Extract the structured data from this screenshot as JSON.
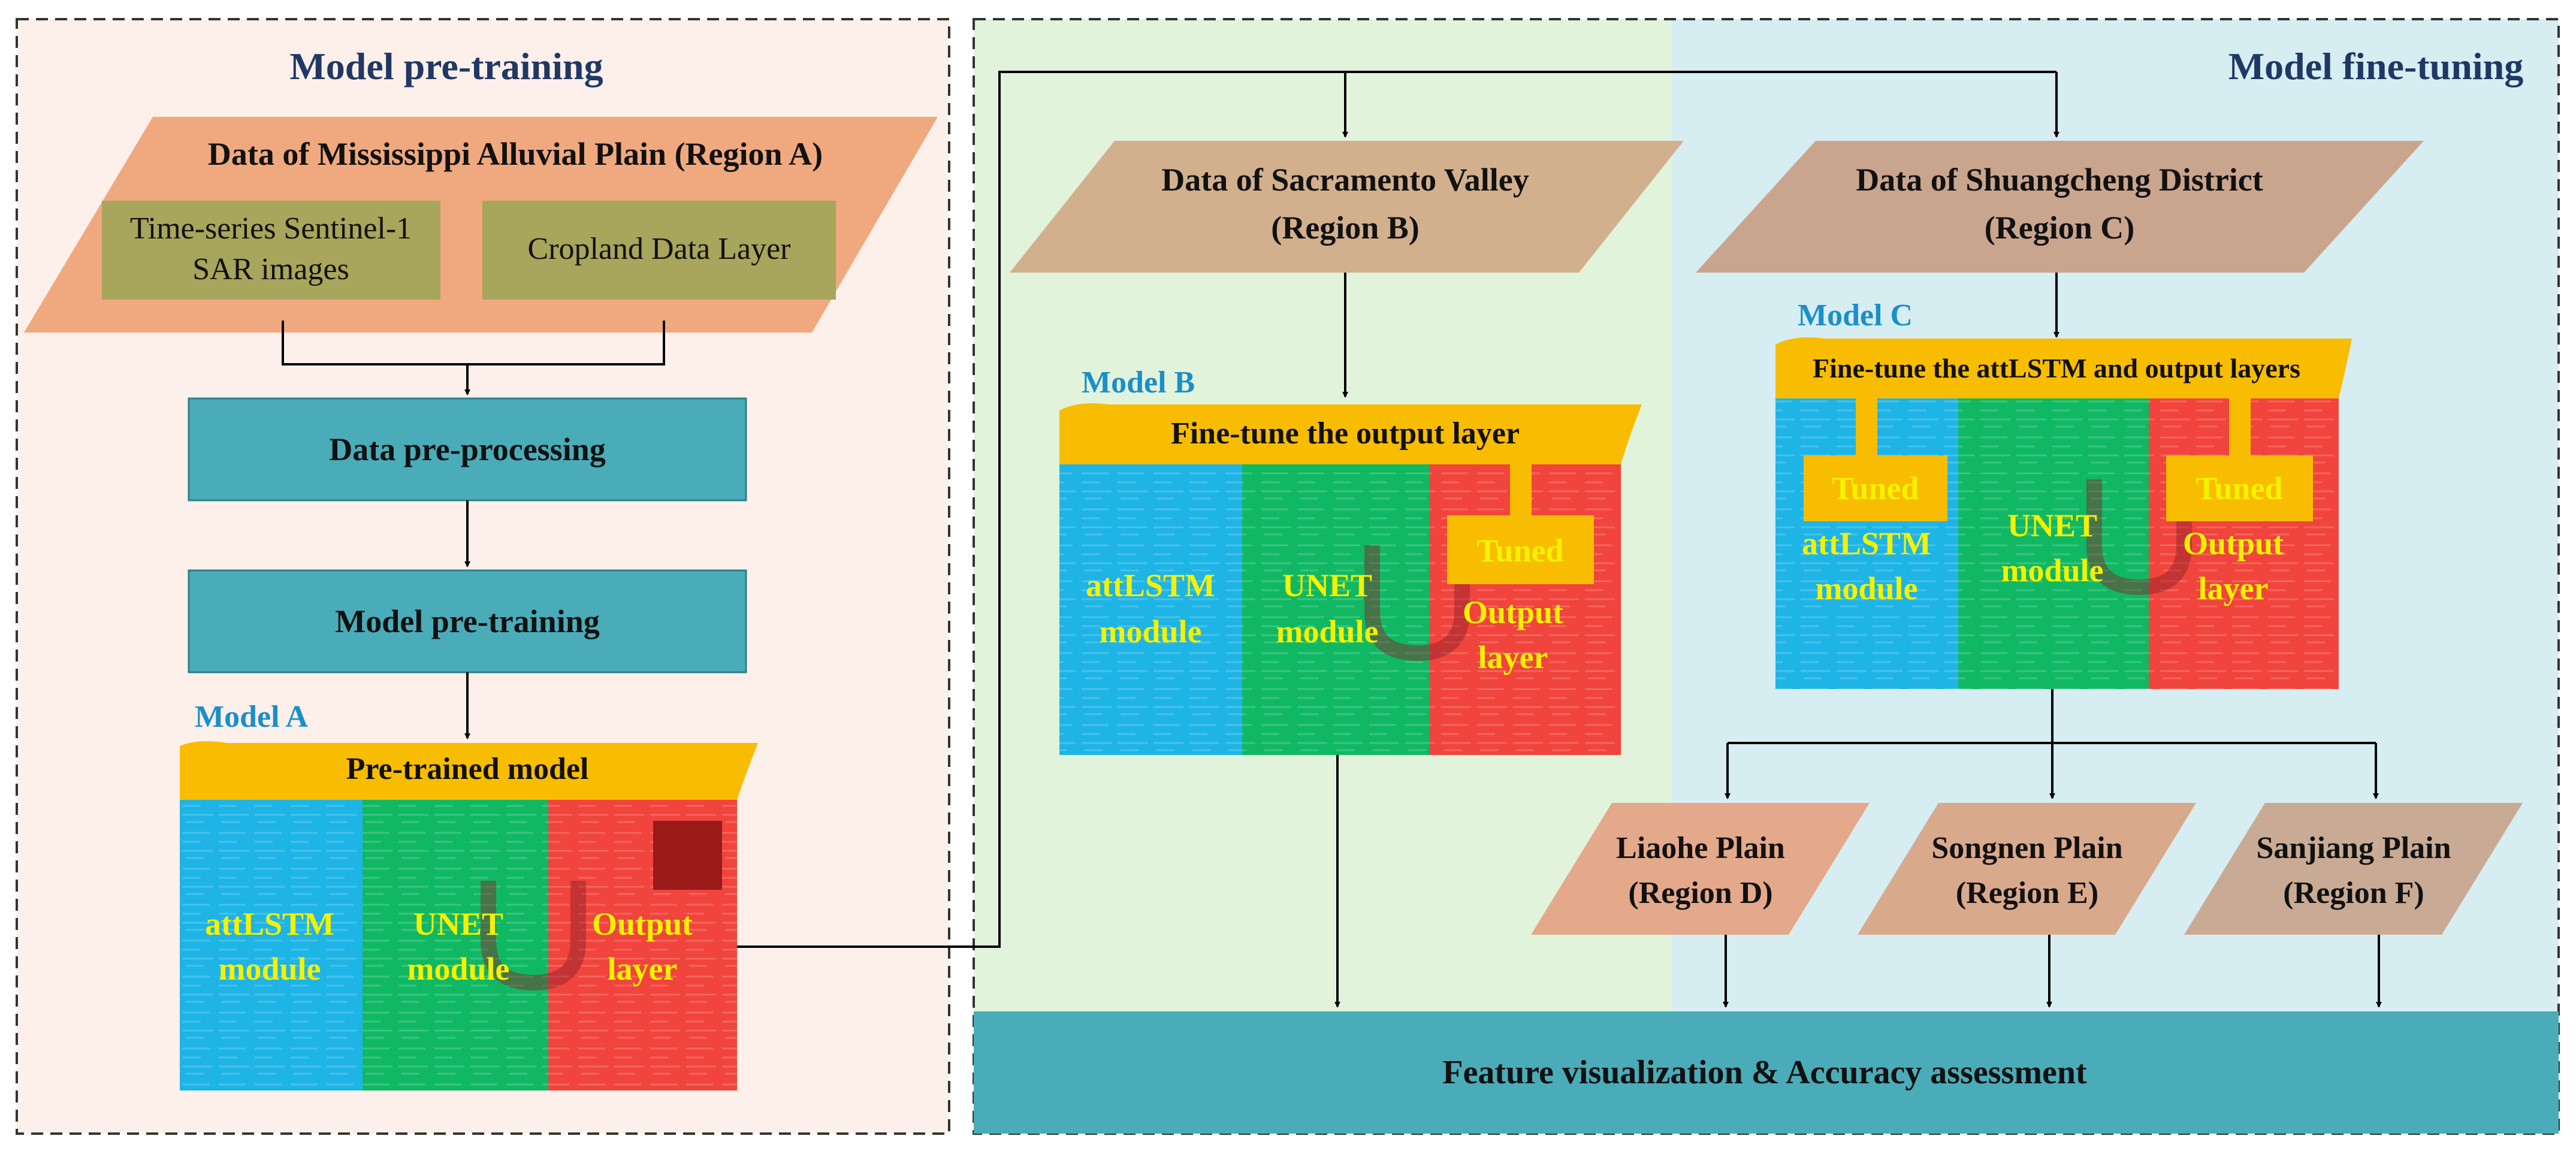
{
  "sections": {
    "pretraining_title": "Model pre-training",
    "finetuning_title": "Model fine-tuning"
  },
  "region_a": {
    "title": "Data of Mississippi Alluvial Plain (Region A)",
    "input_1_line1": "Time-series Sentinel-1",
    "input_1_line2": "SAR images",
    "input_2": "Cropland Data Layer"
  },
  "steps": {
    "preprocessing": "Data pre-processing",
    "pretraining": "Model pre-training"
  },
  "model_a": {
    "label": "Model A",
    "header": "Pre-trained model",
    "attlstm": [
      "attLSTM",
      "module"
    ],
    "unet": [
      "UNET",
      "module"
    ],
    "output": [
      "Output",
      "layer"
    ]
  },
  "region_b": {
    "line1": "Data of Sacramento Valley",
    "line2": "(Region B)"
  },
  "model_b": {
    "label": "Model B",
    "header": "Fine-tune the output layer",
    "attlstm": [
      "attLSTM",
      "module"
    ],
    "unet": [
      "UNET",
      "module"
    ],
    "output": [
      "Output",
      "layer"
    ],
    "tuned": "Tuned"
  },
  "region_c": {
    "line1": "Data of Shuangcheng District",
    "line2": "(Region C)"
  },
  "model_c": {
    "label": "Model C",
    "header": "Fine-tune the attLSTM and output layers",
    "attlstm": [
      "attLSTM",
      "module"
    ],
    "unet": [
      "UNET",
      "module"
    ],
    "output": [
      "Output",
      "layer"
    ],
    "tuned_1": "Tuned",
    "tuned_2": "Tuned"
  },
  "regions_def": [
    {
      "line1": "Liaohe Plain",
      "line2": "(Region D)"
    },
    {
      "line1": "Songnen Plain",
      "line2": "(Region E)"
    },
    {
      "line1": "Sanjiang Plain",
      "line2": "(Region F)"
    }
  ],
  "assessment": "Feature visualization & Accuracy assessment",
  "colors": {
    "teal": "#4aacb8",
    "orange_para": "#f0a97e",
    "tan_para": "#d2b08e",
    "olive": "#a8a55c",
    "gold": "#f8bd00",
    "blue_mod": "#1fb4e6",
    "green_mod": "#10b863",
    "red_mod": "#f0443c",
    "yellow_text": "#f5f200",
    "label_blue": "#1a8fc8",
    "navy": "#1f3864"
  }
}
